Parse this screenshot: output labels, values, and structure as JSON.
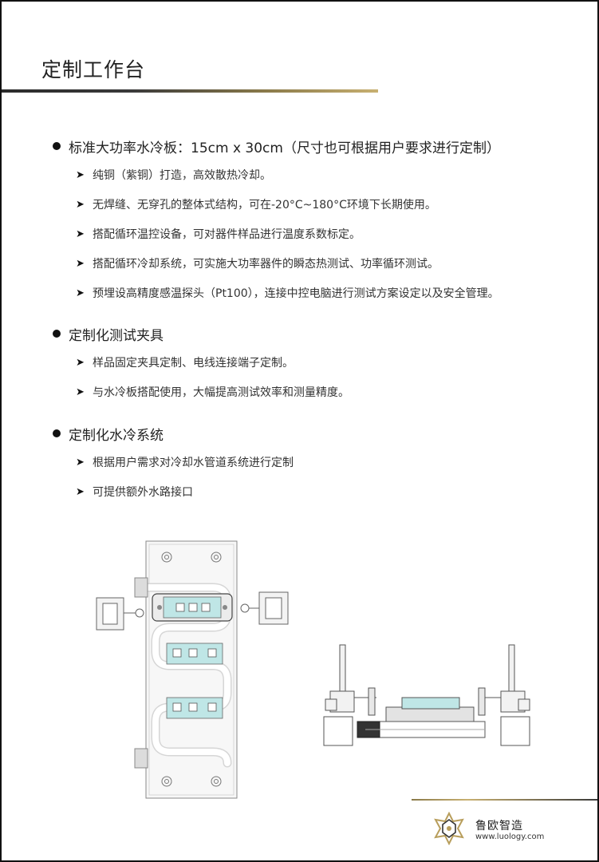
{
  "page_title": "定制工作台",
  "sections": [
    {
      "heading": "标准大功率水冷板：15cm x 30cm（尺寸也可根据用户要求进行定制）",
      "items": [
        "纯铜（紫铜）打造，高效散热冷却。",
        "无焊缝、无穿孔的整体式结构，可在-20°C~180°C环境下长期使用。",
        "搭配循环温控设备，可对器件样品进行温度系数标定。",
        "搭配循环冷却系统，可实施大功率器件的瞬态热测试、功率循环测试。",
        "预埋设高精度感温探头（Pt100），连接中控电脑进行测试方案设定以及安全管理。"
      ]
    },
    {
      "heading": "定制化测试夹具",
      "items": [
        "样品固定夹具定制、电线连接端子定制。",
        "与水冷板搭配使用，大幅提高测试效率和测量精度。"
      ]
    },
    {
      "heading": "定制化水冷系统",
      "items": [
        "根据用户需求对冷却水管道系统进行定制",
        "可提供额外水路接口"
      ]
    }
  ],
  "brand": {
    "name": "鲁欧智造",
    "url": "www.luology.com"
  },
  "colors": {
    "accent_gold": "#c8b071",
    "module_teal": "#bfe6e6",
    "line_gray": "#888888"
  },
  "icons": {
    "bullet": "filled-circle",
    "item_marker": "arrowhead-right",
    "logo": "star-lattice-logo"
  }
}
